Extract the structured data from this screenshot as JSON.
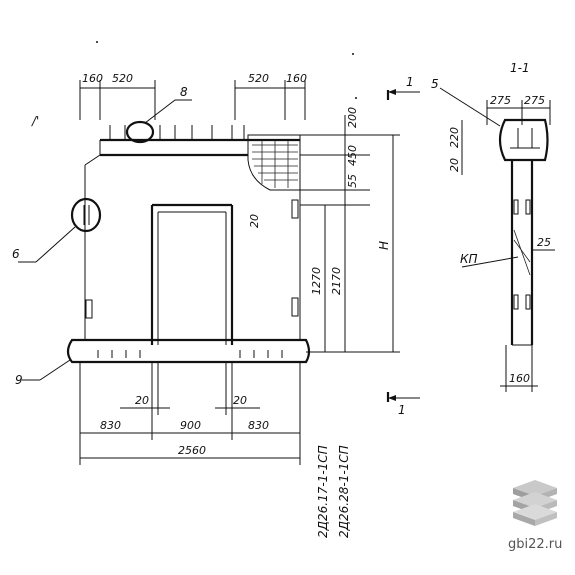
{
  "dims": {
    "top_left_a": "160",
    "top_left_b": "520",
    "top_right_a": "520",
    "top_right_b": "160",
    "right_200": "200",
    "right_450": "450",
    "right_55": "55",
    "right_1270": "1270",
    "right_2170": "2170",
    "right_H": "H",
    "inner_20_top": "20",
    "bottom_20_left": "20",
    "bottom_20_right": "20",
    "bottom_830_left": "830",
    "bottom_900": "900",
    "bottom_830_right": "830",
    "bottom_total": "2560",
    "sec_275_a": "275",
    "sec_275_b": "275",
    "sec_20": "20",
    "sec_220": "220",
    "sec_25": "25",
    "sec_160": "160"
  },
  "labels": {
    "ref_8": "8",
    "ref_6": "6",
    "ref_9": "9",
    "ref_5": "5",
    "ref_kp": "КП",
    "section_title": "1-1",
    "cut_mark_top": "1",
    "cut_mark_bottom": "1",
    "mark_1": "2Д26.17-1-1СП",
    "mark_2": "2Д26.28-1-1СП",
    "stray_mark": "/'"
  },
  "watermark": {
    "site": "gbi22.ru",
    "logo_icon": "stacked-slabs-icon"
  }
}
